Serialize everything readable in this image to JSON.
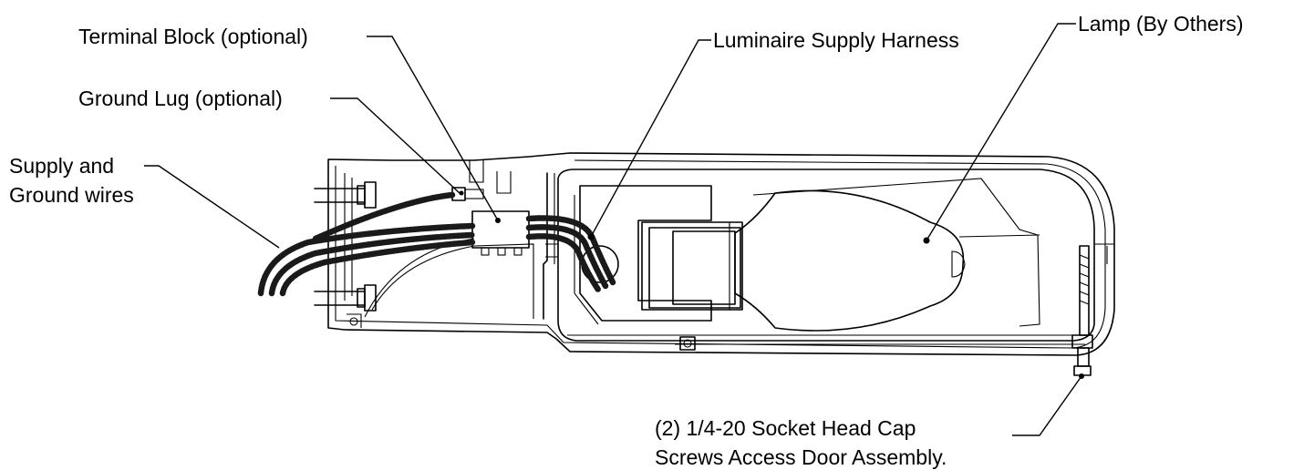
{
  "callouts": {
    "terminal_block": "Terminal Block (optional)",
    "ground_lug": "Ground Lug (optional)",
    "supply_wires_line1": "Supply and",
    "supply_wires_line2": "Ground wires",
    "supply_harness": "Luminaire Supply Harness",
    "lamp": "Lamp (By Others)",
    "screws_line1": "(2)  1/4-20 Socket Head Cap",
    "screws_line2": "Screws Access Door Assembly."
  }
}
